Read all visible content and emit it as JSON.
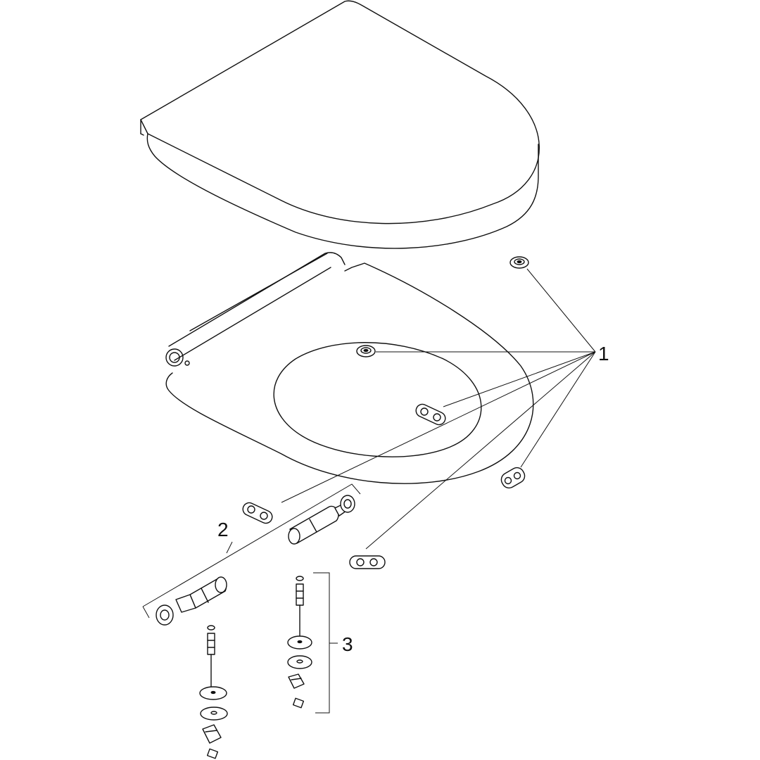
{
  "diagram": {
    "parts": [
      {
        "id": "seat-lid",
        "name": "seat-lid"
      },
      {
        "id": "seat-ring",
        "name": "seat-ring"
      },
      {
        "id": "buffer-round",
        "name": "buffer"
      },
      {
        "id": "buffer-oval",
        "name": "buffer"
      },
      {
        "id": "hinge-set",
        "name": "hinge-set"
      },
      {
        "id": "fixing-set",
        "name": "fixing-set"
      }
    ],
    "callouts": [
      {
        "id": "1",
        "label": "1"
      },
      {
        "id": "2",
        "label": "2"
      },
      {
        "id": "3",
        "label": "3"
      }
    ]
  }
}
